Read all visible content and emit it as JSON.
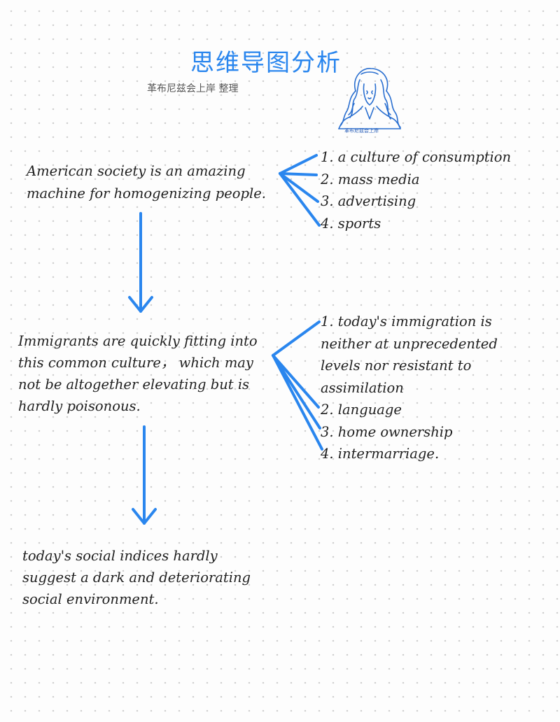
{
  "header": {
    "title": "思维导图分析",
    "credit": "革布尼兹会上岸 整理",
    "seal_text": "革布尼兹会上岸"
  },
  "nodes": {
    "main_claim": {
      "lines": [
        "American society is an amazing",
        "machine for homogenizing people."
      ],
      "points": [
        "1. a culture of consumption",
        "2. mass media",
        "3. advertising",
        "4. sports"
      ]
    },
    "immigrants": {
      "lines": [
        "Immigrants are quickly fitting into",
        "this common culture， which may",
        "not be altogether elevating but is",
        "hardly poisonous."
      ],
      "points": [
        "1. today's immigration is",
        "neither at unprecedented",
        "levels nor resistant to",
        "assimilation",
        "2. language",
        "3. home ownership",
        "4. intermarriage."
      ]
    },
    "conclusion": {
      "lines": [
        "today's social indices hardly",
        "suggest a dark and deteriorating",
        "social environment."
      ]
    }
  },
  "colors": {
    "accent": "#2a86ee",
    "text": "#1f1f1f",
    "dots": "#cfcfcf"
  }
}
